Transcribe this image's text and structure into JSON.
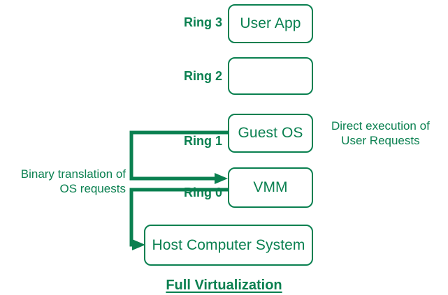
{
  "diagram": {
    "title": "Full Virtualization",
    "accent_color": "#0a8050",
    "background_color": "#ffffff",
    "type": "architecture-layer-diagram"
  },
  "rings": [
    {
      "label": "Ring 3",
      "box_label": "User App"
    },
    {
      "label": "Ring 2",
      "box_label": ""
    },
    {
      "label": "Ring 1",
      "box_label": "Guest OS"
    },
    {
      "label": "Ring 0",
      "box_label": "VMM"
    }
  ],
  "base": {
    "label": "Host Computer System"
  },
  "annotations": {
    "left": {
      "line1": "Binary translation of",
      "line2": "OS requests"
    },
    "right": {
      "line1": "Direct execution of",
      "line2": "User Requests"
    }
  },
  "connectors": [
    {
      "name": "guest-os-to-vmm",
      "from": "Guest OS",
      "to": "VMM",
      "arrow": true
    },
    {
      "name": "vmm-to-host",
      "from": "VMM",
      "to": "Host Computer System",
      "arrow": true
    }
  ]
}
